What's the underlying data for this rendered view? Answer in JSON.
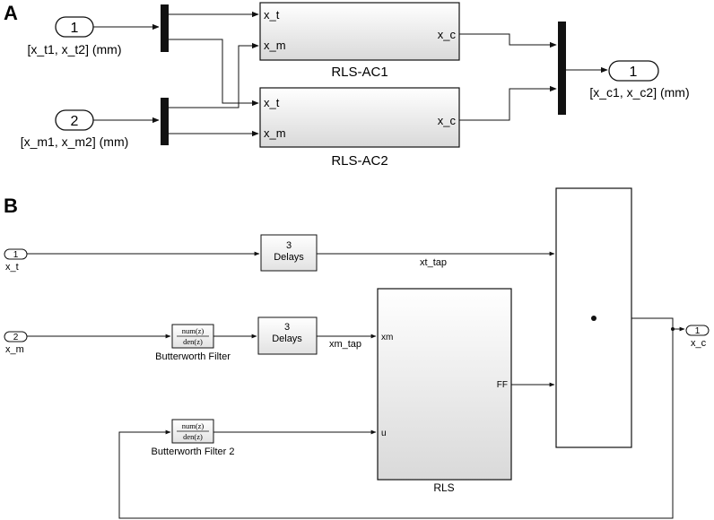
{
  "panelA": {
    "label": "A",
    "inport1": {
      "number": "1",
      "signal": "[x_t1, x_t2] (mm)"
    },
    "inport2": {
      "number": "2",
      "signal": "[x_m1, x_m2] (mm)"
    },
    "block1": {
      "name": "RLS-AC1",
      "in1": "x_t",
      "in2": "x_m",
      "out": "x_c"
    },
    "block2": {
      "name": "RLS-AC2",
      "in1": "x_t",
      "in2": "x_m",
      "out": "x_c"
    },
    "outport": {
      "number": "1",
      "signal": "[x_c1, x_c2] (mm)"
    }
  },
  "panelB": {
    "label": "B",
    "inport_xt": {
      "number": "1",
      "name": "x_t"
    },
    "inport_xm": {
      "number": "2",
      "name": "x_m"
    },
    "delay1": {
      "count": "3",
      "label": "Delays"
    },
    "delay2": {
      "count": "3",
      "label": "Delays"
    },
    "filter1": {
      "num": "num(z)",
      "den": "den(z)",
      "name": "Butterworth Filter"
    },
    "filter2": {
      "num": "num(z)",
      "den": "den(z)",
      "name": "Butterworth Filter 2"
    },
    "rls": {
      "name": "RLS",
      "port_xm": "xm",
      "port_u": "u",
      "port_ff": "FF"
    },
    "signal_xt_tap": "xt_tap",
    "signal_xm_tap": "xm_tap",
    "outport": {
      "number": "1",
      "name": "x_c"
    },
    "product_symbol": "•"
  }
}
